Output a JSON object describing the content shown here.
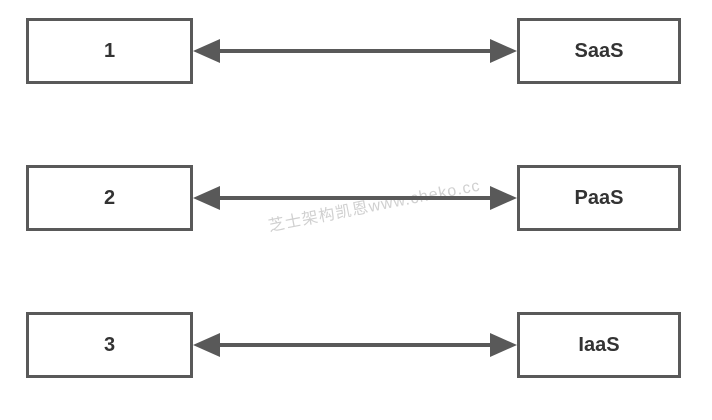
{
  "diagram": {
    "rows": [
      {
        "left_label": "1",
        "right_label": "SaaS"
      },
      {
        "left_label": "2",
        "right_label": "PaaS"
      },
      {
        "left_label": "3",
        "right_label": "IaaS"
      }
    ],
    "watermark_text": "芝士架构凯恩www.cheko.cc",
    "colors": {
      "stroke": "#595959",
      "text": "#333333",
      "watermark": "#c8c8c8",
      "background": "#ffffff"
    }
  }
}
